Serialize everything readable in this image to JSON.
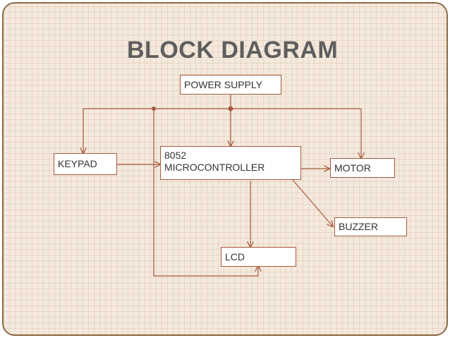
{
  "slide": {
    "title": "BLOCK DIAGRAM"
  },
  "blocks": {
    "power_supply": "POWER SUPPLY",
    "keypad": "KEYPAD",
    "microcontroller": [
      "8052",
      "MICROCONTROLLER"
    ],
    "motor": "MOTOR",
    "buzzer": "BUZZER",
    "lcd": "LCD"
  },
  "colors": {
    "connector": "#a65a3e",
    "title": "#5e5e5e",
    "background": "#f4e9dc",
    "frame": "#8c6a44"
  }
}
